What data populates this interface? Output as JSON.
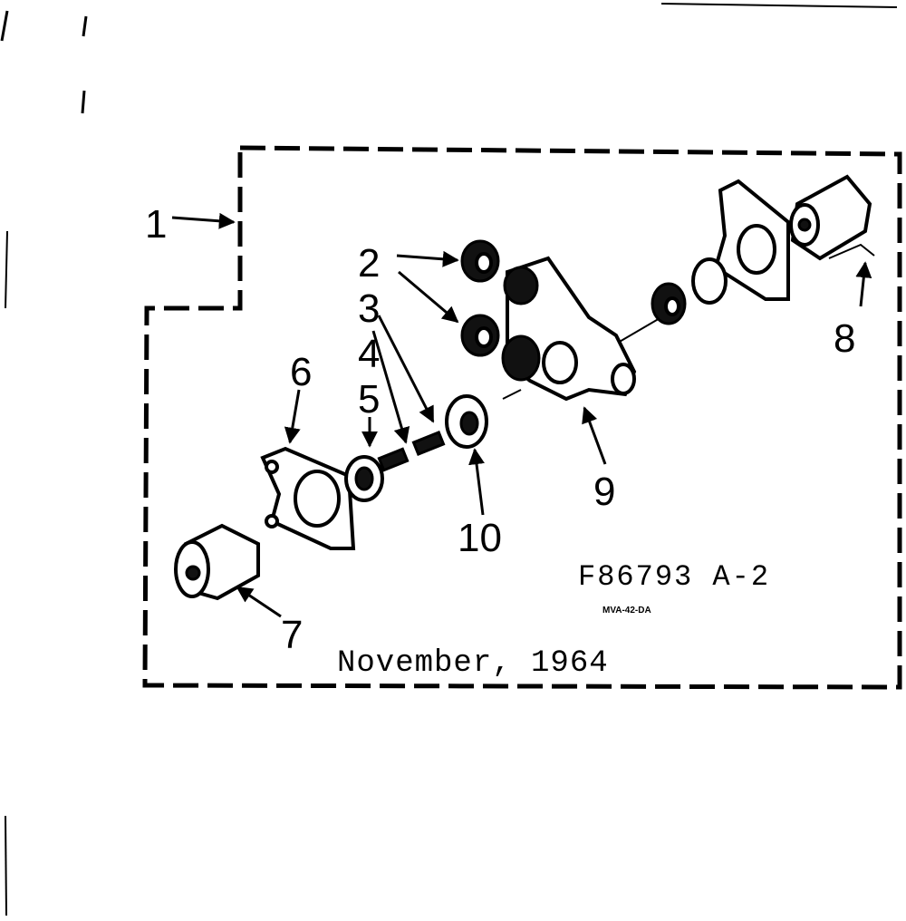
{
  "callouts": {
    "c1": "1",
    "c2": "2",
    "c3": "3",
    "c4": "4",
    "c5": "5",
    "c6": "6",
    "c7": "7",
    "c8": "8",
    "c9": "9",
    "c10": "10"
  },
  "drawing_number": "F86793 A-2",
  "model_code": "MVA-42-DA",
  "date": "November, 1964",
  "colors": {
    "ink": "#000000",
    "paper": "#ffffff"
  }
}
